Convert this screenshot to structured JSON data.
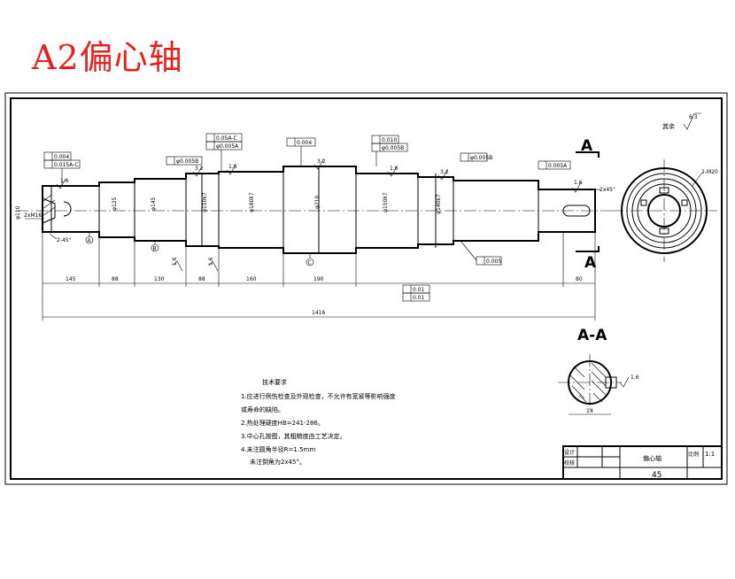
{
  "title": "A2偏心轴",
  "notes": {
    "heading": "技术要求",
    "lines": [
      "1.应进行例伤检查及外观检查，不允许有宽紧等影响强度",
      "或寿命的缺陷。",
      "2.热处理硬度HB=241-286。",
      "3.中心孔按图，其粗糙度由工艺决定。",
      "4.未注圆角半径R=1.5mm",
      "未注倒角为2x45°。"
    ]
  },
  "title_block": {
    "design_label": "设计",
    "check_label": "校核",
    "part_name": "偏心轴",
    "scale_label": "比例",
    "scale_value": "1:1",
    "material": "45"
  },
  "section_label": "A-A",
  "section_mark": "A",
  "surface_finish": {
    "rest_label": "其余",
    "rest_value": "6.3"
  },
  "dimensions": {
    "lengths": [
      "145",
      "88",
      "130",
      "88",
      "160",
      "190",
      "80"
    ],
    "overall": "1416",
    "diameters": [
      "φ110",
      "φ125",
      "φ145",
      "φ150k7",
      "φ180k7",
      "φ210",
      "φ150k7",
      "φ140k7"
    ],
    "keyway_label": "2-M20",
    "section_width": "14",
    "chamfer_left": "2-45°",
    "chamfer_right": "2x45°",
    "thread_left": "2xM16"
  },
  "tolerances": [
    "0.004",
    "0.015A-C",
    "0.05A-C",
    "φ0.005B",
    "φ0.005A",
    "0.004",
    "0.010",
    "φ0.005B",
    "0.005A",
    "0.005",
    "0.01",
    "0.01"
  ],
  "roughness": [
    "1.6",
    "3.2",
    "1.6",
    "3.2",
    "1.6",
    "3.2",
    "1.6",
    "1.6",
    "1.6",
    "1.6"
  ],
  "datums": [
    "A",
    "B",
    "C"
  ]
}
